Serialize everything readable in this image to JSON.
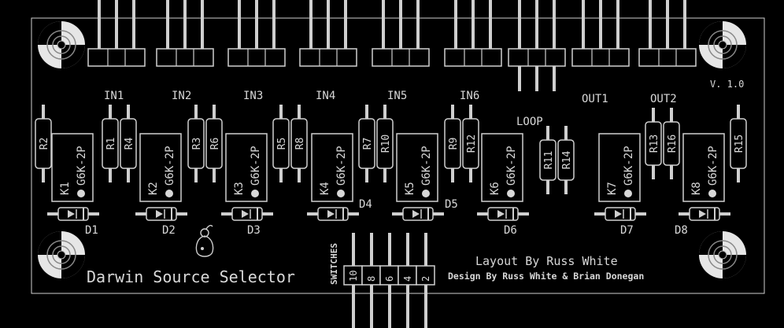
{
  "board": {
    "title": "Darwin Source Selector",
    "version": "V. 1.0",
    "layout_credit": "Layout By Russ White",
    "design_credit": "Design By Russ White & Brian Donegan"
  },
  "header_labels": [
    "IN1",
    "IN2",
    "IN3",
    "IN4",
    "IN5",
    "IN6",
    "LOOP",
    "OUT1",
    "OUT2"
  ],
  "relays": [
    {
      "ref": "K1",
      "part": "G6K-2P"
    },
    {
      "ref": "K2",
      "part": "G6K-2P"
    },
    {
      "ref": "K3",
      "part": "G6K-2P"
    },
    {
      "ref": "K4",
      "part": "G6K-2P"
    },
    {
      "ref": "K5",
      "part": "G6K-2P"
    },
    {
      "ref": "K6",
      "part": "G6K-2P"
    },
    {
      "ref": "K7",
      "part": "G6K-2P"
    },
    {
      "ref": "K8",
      "part": "G6K-2P"
    }
  ],
  "diodes": [
    "D1",
    "D2",
    "D3",
    "D4",
    "D5",
    "D6",
    "D7",
    "D8"
  ],
  "resistors": [
    "R1",
    "R2",
    "R3",
    "R4",
    "R5",
    "R6",
    "R7",
    "R8",
    "R9",
    "R10",
    "R11",
    "R12",
    "R13",
    "R14",
    "R15",
    "R16"
  ],
  "switch_header": {
    "label": "SWITCHES",
    "pins": [
      "10",
      "8",
      "6",
      "4",
      "2"
    ]
  },
  "colors": {
    "background": "#000000",
    "silkscreen": "#d8d8d8"
  }
}
